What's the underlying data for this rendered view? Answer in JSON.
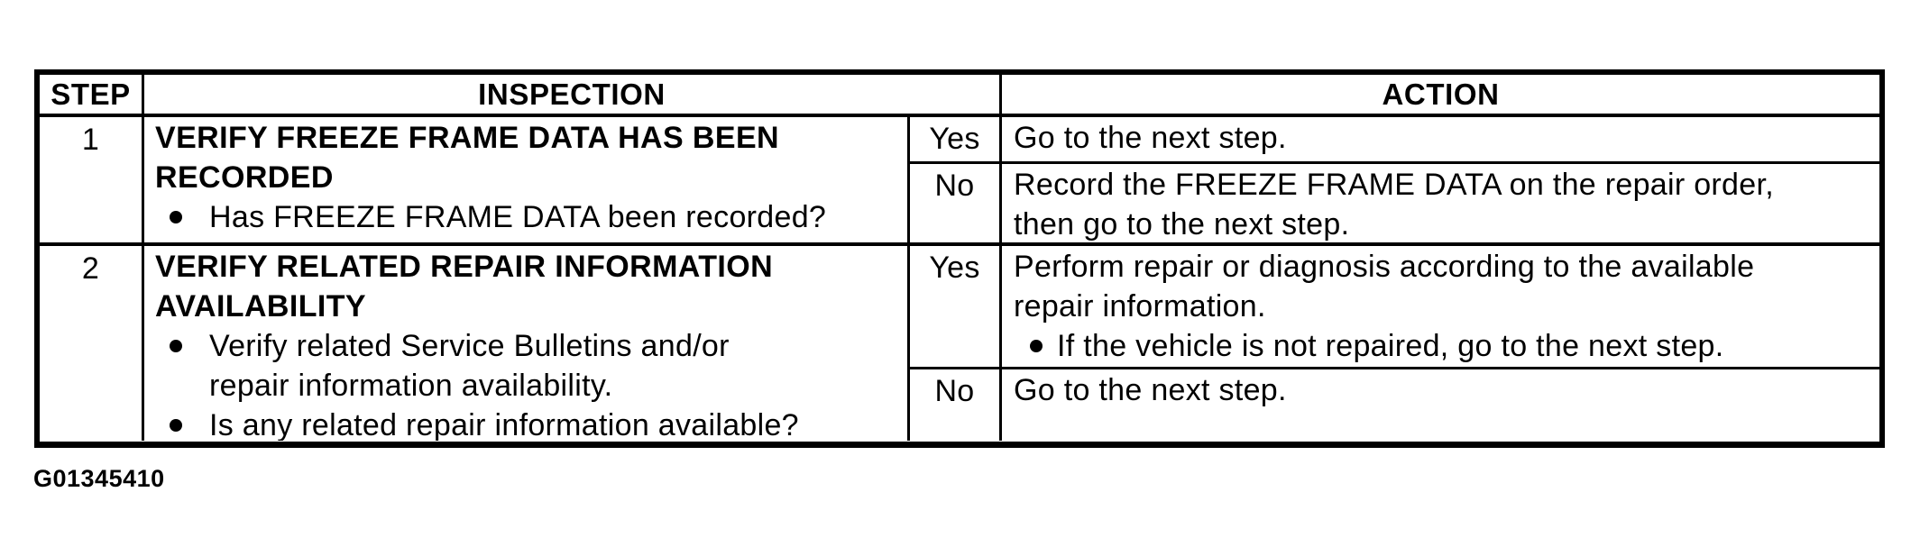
{
  "colors": {
    "ink": "#000000",
    "paper": "#ffffff"
  },
  "table": {
    "headers": {
      "step": "STEP",
      "inspection": "INSPECTION",
      "action": "ACTION"
    },
    "steps": [
      {
        "number": "1",
        "inspection": {
          "title_lines": [
            "VERIFY FREEZE FRAME DATA HAS BEEN",
            "RECORDED"
          ],
          "bullets": [
            {
              "lines": [
                "Has FREEZE FRAME DATA been recorded?"
              ]
            }
          ]
        },
        "branches": [
          {
            "answer": "Yes",
            "action_lines": [
              "Go to the next step."
            ],
            "action_bullets": []
          },
          {
            "answer": "No",
            "action_lines": [
              "Record the FREEZE FRAME DATA on the repair order,",
              "then go to the next step."
            ],
            "action_bullets": []
          }
        ]
      },
      {
        "number": "2",
        "inspection": {
          "title_lines": [
            "VERIFY RELATED REPAIR INFORMATION",
            "AVAILABILITY"
          ],
          "bullets": [
            {
              "lines": [
                "Verify related Service Bulletins and/or",
                "repair information availability."
              ]
            },
            {
              "lines": [
                "Is any related repair information available?"
              ]
            }
          ]
        },
        "branches": [
          {
            "answer": "Yes",
            "action_lines": [
              "Perform repair or diagnosis according to the available",
              "repair information."
            ],
            "action_bullets": [
              {
                "lines": [
                  "If the vehicle is not repaired, go to the next step."
                ]
              }
            ]
          },
          {
            "answer": "No",
            "action_lines": [
              "Go to the next step."
            ],
            "action_bullets": []
          }
        ]
      }
    ]
  },
  "figure_id": "G01345410"
}
